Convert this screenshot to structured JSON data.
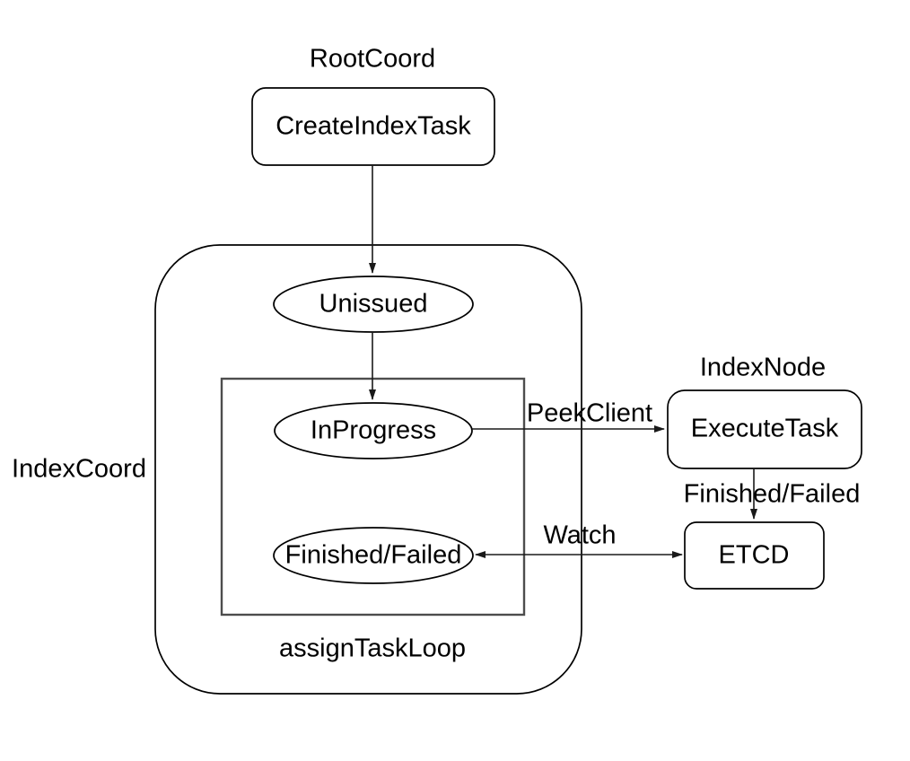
{
  "diagram": {
    "description": "Index building task flow diagram",
    "colors": {
      "background": "#ffffff",
      "node_stroke": "#000000",
      "loop_box_stroke": "#4d4d4d",
      "edge_stroke": "#1a1a1a",
      "text": "#000000"
    },
    "labels": {
      "root_coord": "RootCoord",
      "create_index_task": "CreateIndexTask",
      "index_coord": "IndexCoord",
      "unissued": "Unissued",
      "in_progress": "InProgress",
      "finished_failed_state": "Finished/Failed",
      "assign_task_loop": "assignTaskLoop",
      "index_node": "IndexNode",
      "execute_task": "ExecuteTask",
      "etcd": "ETCD"
    },
    "edge_labels": {
      "peek_client": "PeekClient",
      "finished_failed": "Finished/Failed",
      "watch": "Watch"
    }
  }
}
